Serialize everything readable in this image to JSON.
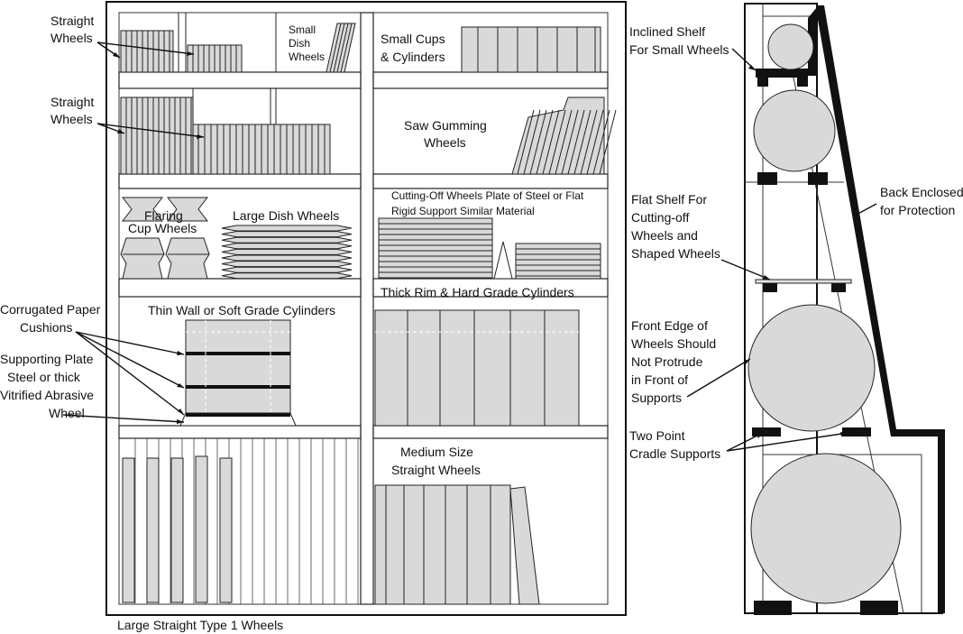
{
  "labels": {
    "straight_wheels_1": [
      "Straight",
      "Wheels"
    ],
    "small_dish_wheels": [
      "Small",
      "Dish",
      "Wheels"
    ],
    "small_cups": [
      "Small Cups",
      "& Cylinders"
    ],
    "straight_wheels_2": [
      "Straight",
      "Wheels"
    ],
    "saw_gumming": [
      "Saw Gumming",
      "Wheels"
    ],
    "flaring_cup": [
      "Flaring",
      "Cup Wheels"
    ],
    "large_dish": "Large Dish Wheels",
    "cutting_off": [
      "Cutting-Off Wheels Plate of Steel or Flat",
      "Rigid Support Similar Material"
    ],
    "thick_rim": "Thick Rim & Hard Grade Cylinders",
    "corrugated": [
      "Corrugated Paper",
      "Cushions"
    ],
    "thin_wall": "Thin Wall or Soft Grade Cylinders",
    "supporting_plate": [
      "Supporting Plate",
      "Steel or thick",
      "Vitrified Abrasive",
      "Wheel"
    ],
    "medium_straight": [
      "Medium Size",
      "Straight Wheels"
    ],
    "large_straight": "Large Straight Type 1 Wheels",
    "inclined_shelf": [
      "Inclined Shelf",
      "For Small Wheels"
    ],
    "back_enclosed": [
      "Back Enclosed",
      "for Protection"
    ],
    "flat_shelf": [
      "Flat Shelf For",
      "Cutting-off",
      "Wheels and",
      "Shaped Wheels"
    ],
    "front_edge": [
      "Front Edge of",
      "Wheels Should",
      "Not Protrude",
      "in Front of",
      "Supports"
    ],
    "two_point": [
      "Two Point",
      "Cradle Supports"
    ]
  }
}
